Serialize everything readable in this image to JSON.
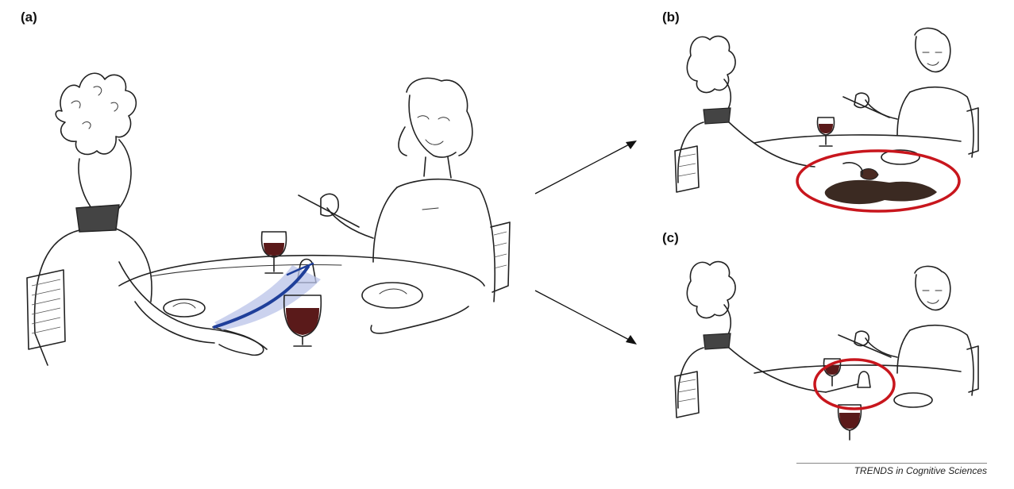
{
  "panels": [
    {
      "label": "(a)"
    },
    {
      "label": "(b)"
    },
    {
      "label": "(c)"
    }
  ],
  "credit": "TRENDS in Cognitive Sciences",
  "colors": {
    "reach_trajectory": "#1f3f9a",
    "reach_envelope": "#b9c3e8",
    "highlight_circle": "#c8161d",
    "wine": "#5a1a1a",
    "spill": "#3b2a22",
    "ink": "#222222"
  }
}
